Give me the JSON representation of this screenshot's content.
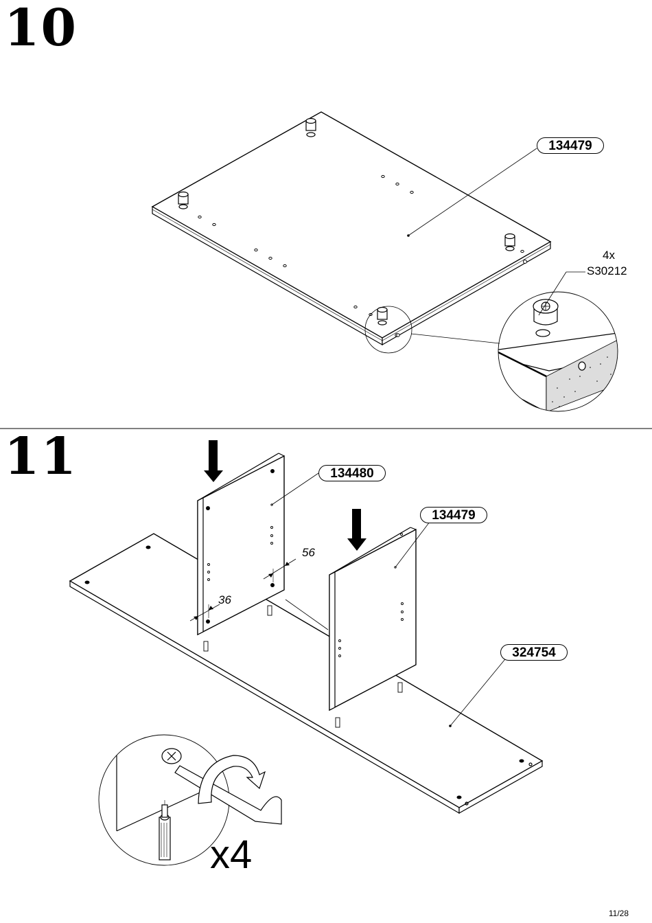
{
  "step10": {
    "number": "10",
    "panel_label": "134479",
    "fitting_qty": "4x",
    "fitting_code": "S30212"
  },
  "step11": {
    "number": "11",
    "left_panel_label": "134480",
    "right_panel_label": "134479",
    "base_label": "324754",
    "dim_56": "56",
    "dim_36": "36",
    "qty": "x4"
  },
  "page_number": "11/28"
}
